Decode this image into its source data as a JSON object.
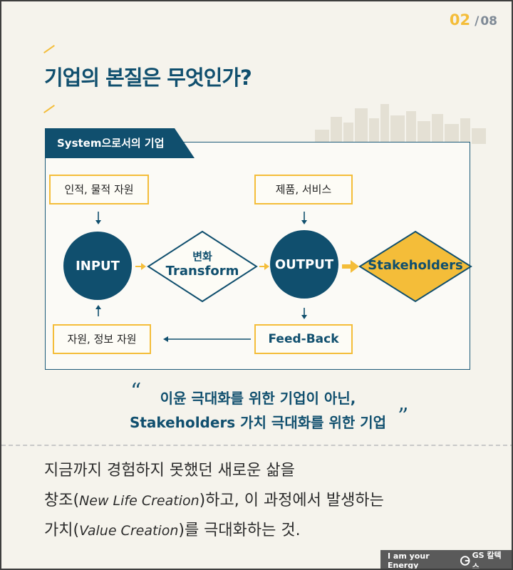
{
  "pager": {
    "current": "02",
    "separator": "/",
    "total": "08"
  },
  "title": "기업의 본질은 무엇인가?",
  "diagram": {
    "tab_label": "System으로서의 기업",
    "input_resources": "인적, 물적 자원",
    "input": "INPUT",
    "transform_ko": "변화",
    "transform_en": "Transform",
    "output": "OUTPUT",
    "products": "제품, 서비스",
    "stakeholders": "Stakeholders",
    "feedback": "Feed-Back",
    "return_resources": "자원, 정보 자원",
    "colors": {
      "navy": "#104f6e",
      "yellow": "#f4bd39"
    }
  },
  "quote": {
    "line1": "이윤 극대화를 위한 기업이 아닌,",
    "line2": "Stakeholders 가치 극대화를 위한 기업",
    "open": "“",
    "close": "”"
  },
  "body": {
    "line1": "지금까지 경험하지 못했던 새로운 삶을",
    "line2_a": "창조(",
    "line2_i": "New Life Creation",
    "line2_b": ")하고, 이 과정에서 발생하는",
    "line3_a": "가치(",
    "line3_i": "Value Creation",
    "line3_b": ")를 극대화하는 것."
  },
  "footer": {
    "slogan": "I am your Energy",
    "brand": "GS 칼텍스"
  }
}
